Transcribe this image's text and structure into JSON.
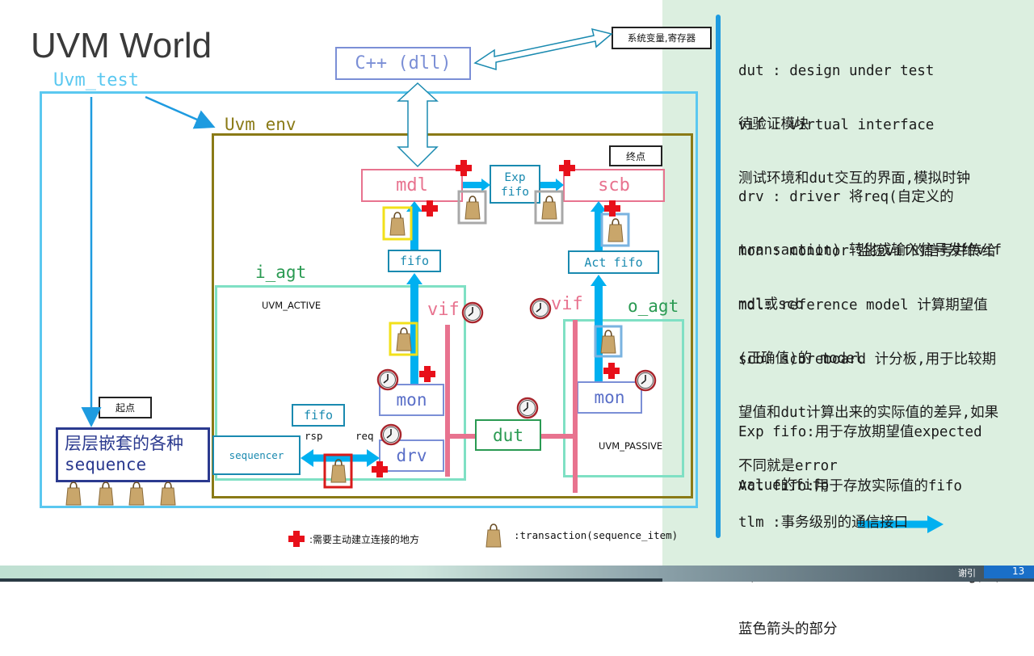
{
  "title": "UVM World",
  "labels": {
    "uvm_test": "Uvm_test",
    "uvm_env": "Uvm_env",
    "cpp": "C++ (dll)",
    "sys_var": "系统变量,寄存器",
    "end_point": "终点",
    "start_point": "起点",
    "mdl": "mdl",
    "scb": "scb",
    "exp_fifo_line1": "Exp",
    "exp_fifo_line2": "fifo",
    "fifo_top_left": "fifo",
    "act_fifo": "Act fifo",
    "i_agt": "i_agt",
    "o_agt": "o_agt",
    "uvm_active": "UVM_ACTIVE",
    "uvm_passive": "UVM_PASSIVE",
    "vif_left": "vif",
    "vif_right": "vif",
    "mon_left": "mon",
    "mon_right": "mon",
    "drv": "drv",
    "dut": "dut",
    "sequencer": "sequencer",
    "fifo_seq": "fifo",
    "rsp": "rsp",
    "req": "req",
    "sequences_line1": "层层嵌套的各种",
    "sequences_line2": "sequence"
  },
  "legend": {
    "connect": ":需要主动建立连接的地方",
    "transaction": ":transaction(sequence_item)"
  },
  "definitions": [
    {
      "l1": "dut : design under test",
      "l2": "待验证模块"
    },
    {
      "l1": "vif : virtual interface",
      "l2": "测试环境和dut交互的界面,模拟时钟"
    },
    {
      "l1": "drv : driver 将req(自定义的",
      "l2": "transaction) 转化成输入信号发给vif"
    },
    {
      "l1": "mon : monitor 监控vif的信号并传给",
      "l2": "mdl或scb"
    },
    {
      "l1": "mdl: reference model 计算期望值",
      "l2": "(正确值)的 model"
    },
    {
      "l1": "scb: scoreboard 计分板,用于比较期",
      "l2": "望值和dut计算出来的实际值的差异,如果",
      "l3": "不同就是error"
    },
    {
      "l1": "Exp fifo:用于存放期望值expected",
      "l2": "value的fifo"
    },
    {
      "l1": "Act fifo:用于存放实际值的fifo"
    },
    {
      "l1": "tlm :事务级别的通信接口",
      "l2": " (Transaction-Level Modeling) ,",
      "l3": "蓝色箭头的部分"
    }
  ],
  "footer": {
    "thanks": "谢引",
    "page": "13"
  },
  "colors": {
    "blue_arrow": "#00b0f0",
    "cyan_border": "#5bc8f0",
    "olive_border": "#8a7a16",
    "pink": "#e8738f",
    "teal": "#2a9a52",
    "red_cross": "#e8101a"
  }
}
